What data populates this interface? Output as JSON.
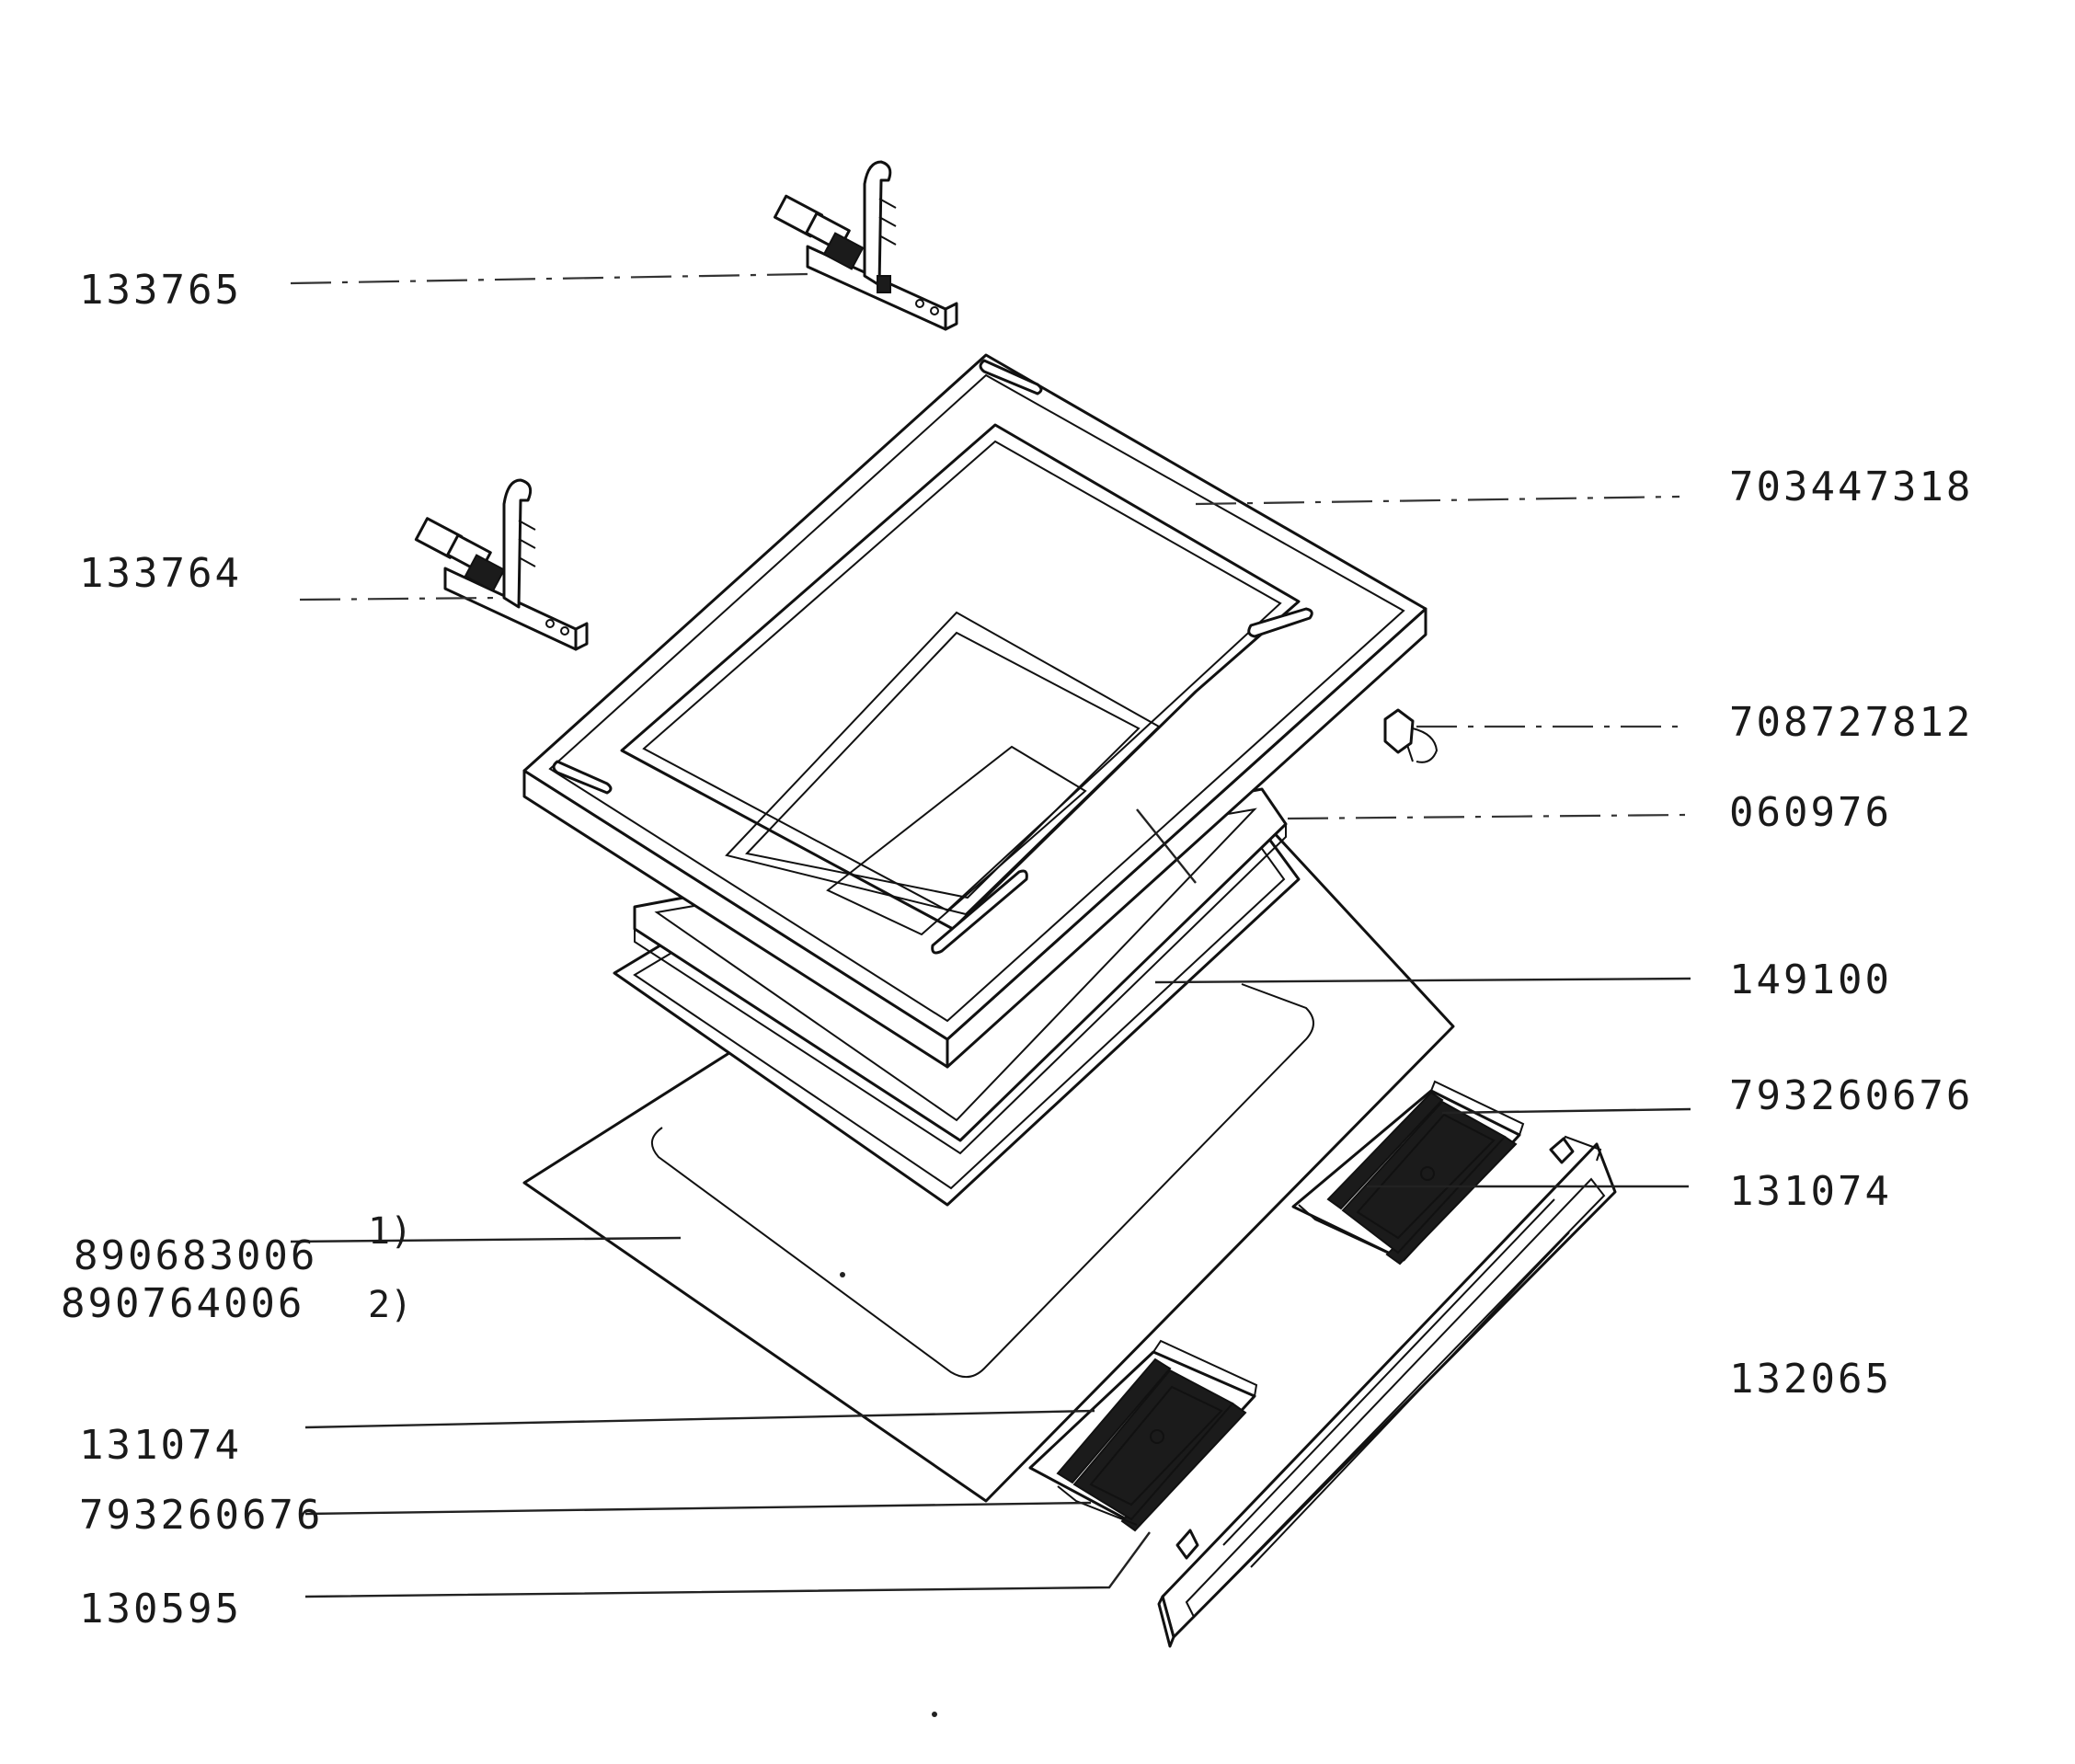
{
  "labels": {
    "p133765": "133765",
    "p133764": "133764",
    "p703447318": "703447318",
    "p708727812": "708727812",
    "p060976": "060976",
    "p149100": "149100",
    "p793260676_right": "793260676",
    "p131074_right": "131074",
    "p132065": "132065",
    "p890683006": "890683006",
    "p890764006": "890764006",
    "variant1": "1)",
    "variant2": "2)",
    "p131074_left": "131074",
    "p793260676_left": "793260676",
    "p130595": "130595"
  }
}
